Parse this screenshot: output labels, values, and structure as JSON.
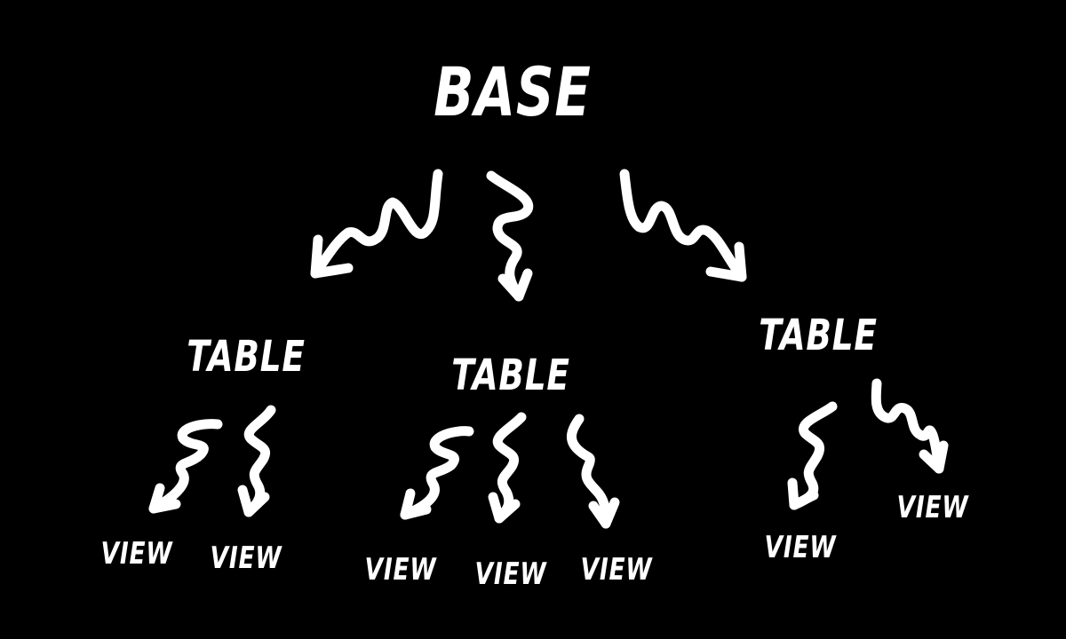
{
  "diagram": {
    "root": {
      "label": "BASE"
    },
    "tables": [
      {
        "label": "TABLE",
        "views": [
          {
            "label": "VIEW"
          },
          {
            "label": "VIEW"
          }
        ]
      },
      {
        "label": "TABLE",
        "views": [
          {
            "label": "VIEW"
          },
          {
            "label": "VIEW"
          },
          {
            "label": "VIEW"
          }
        ]
      },
      {
        "label": "TABLE",
        "views": [
          {
            "label": "VIEW"
          },
          {
            "label": "VIEW"
          }
        ]
      }
    ]
  },
  "colors": {
    "background": "#000000",
    "foreground": "#ffffff"
  }
}
